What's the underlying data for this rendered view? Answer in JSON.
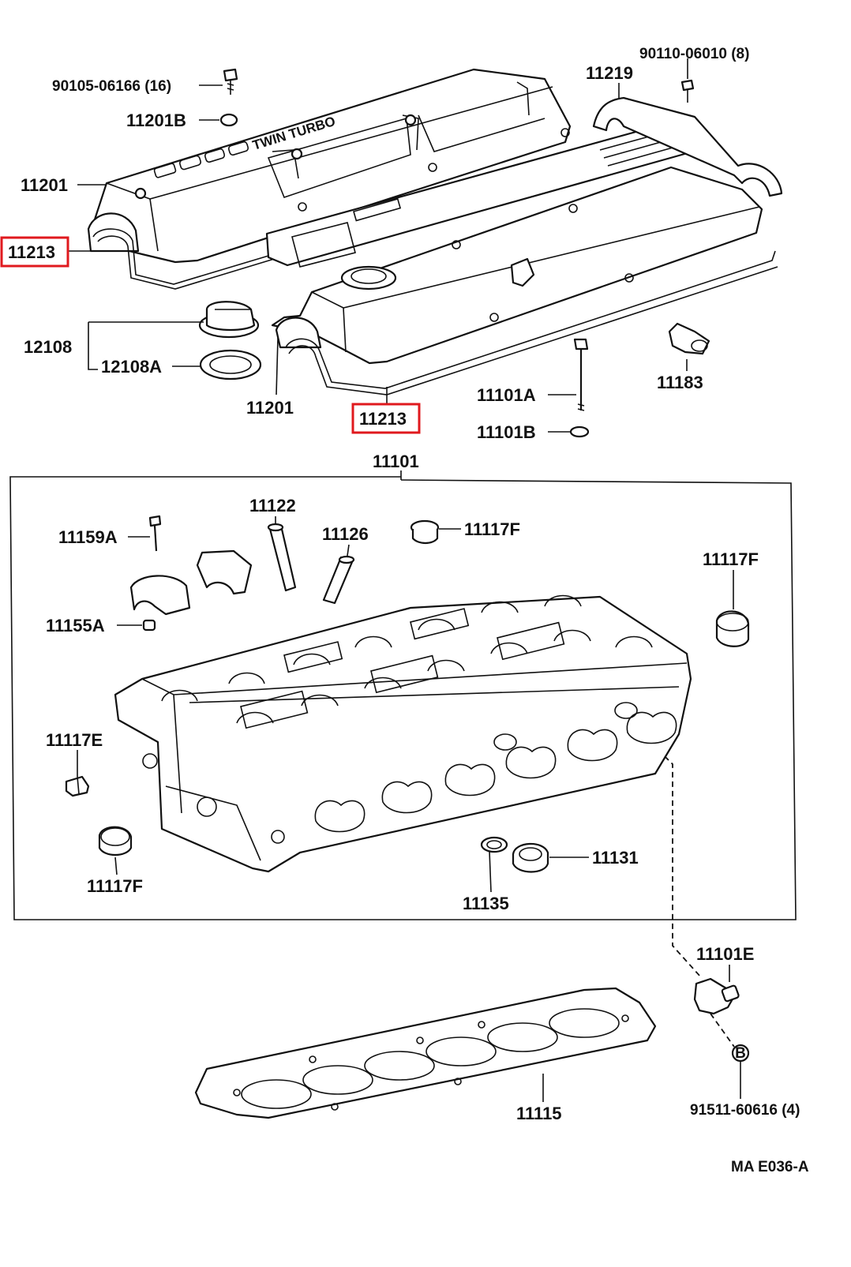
{
  "diagram": {
    "highlight_color": "#e0191e",
    "line_color": "#111111",
    "footer_code": "MA E036-A",
    "cover_embossing": "TWIN TURBO"
  },
  "labels": {
    "bolt_cover": "90105-06166 (16)",
    "grommet_cover": "11201B",
    "cover_left": "11201",
    "gasket_left": "11213",
    "oil_cap": "12108",
    "oil_cap_gasket": "12108A",
    "cover_right": "11201",
    "gasket_right": "11213",
    "cover_plate_bolt": "90110-06010 (8)",
    "cover_plate": "11219",
    "head_bolt": "11101A",
    "head_bolt_washer": "11101B",
    "spark_plug_seal": "11183",
    "head_subassy": "11101",
    "stud_bolt": "11159A",
    "valve_guide_ex": "11122",
    "valve_guide_in": "11126",
    "plug_top": "11117F",
    "plug_right": "11117F",
    "pin": "11155A",
    "plug_e": "11117E",
    "plug_bottom": "11117F",
    "seal_ring": "11131",
    "o_ring": "11135",
    "sensor": "11101E",
    "circle_b": "B",
    "sensor_bolt": "91511-60616 (4)",
    "head_gasket": "11115"
  }
}
